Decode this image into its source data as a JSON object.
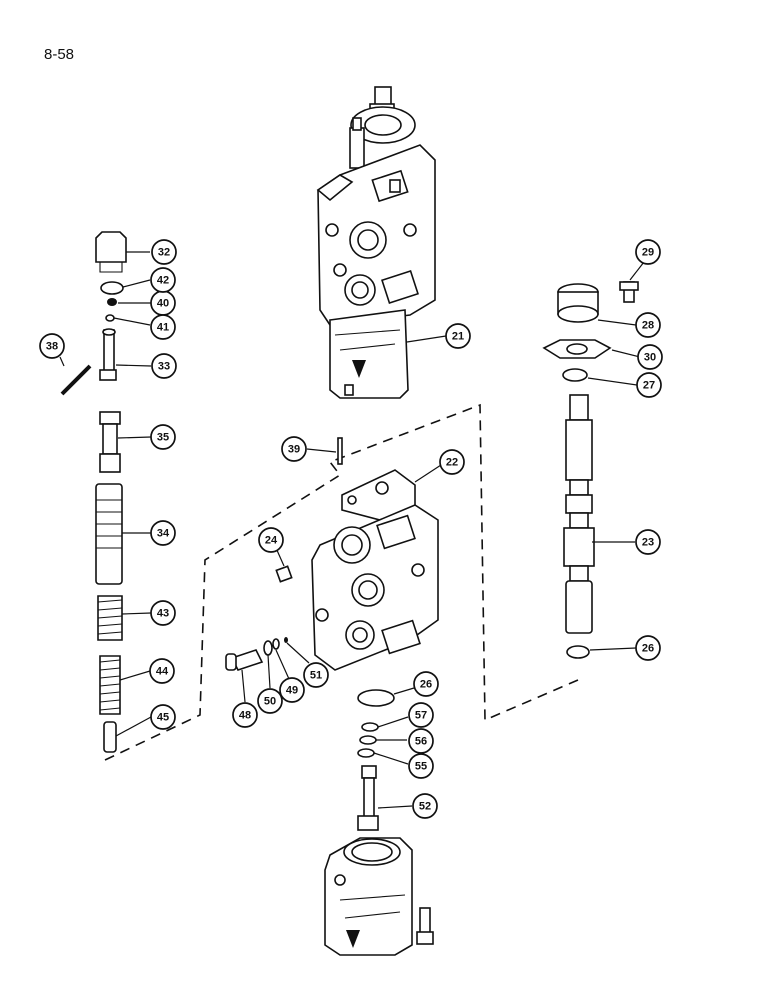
{
  "page_number": "8-58",
  "callouts": [
    {
      "id": "c21",
      "label": "21"
    },
    {
      "id": "c22",
      "label": "22"
    },
    {
      "id": "c23",
      "label": "23"
    },
    {
      "id": "c24",
      "label": "24"
    },
    {
      "id": "c26a",
      "label": "26"
    },
    {
      "id": "c26b",
      "label": "26"
    },
    {
      "id": "c27",
      "label": "27"
    },
    {
      "id": "c28",
      "label": "28"
    },
    {
      "id": "c29",
      "label": "29"
    },
    {
      "id": "c30",
      "label": "30"
    },
    {
      "id": "c32",
      "label": "32"
    },
    {
      "id": "c33",
      "label": "33"
    },
    {
      "id": "c34",
      "label": "34"
    },
    {
      "id": "c35",
      "label": "35"
    },
    {
      "id": "c38",
      "label": "38"
    },
    {
      "id": "c39",
      "label": "39"
    },
    {
      "id": "c40",
      "label": "40"
    },
    {
      "id": "c41",
      "label": "41"
    },
    {
      "id": "c42",
      "label": "42"
    },
    {
      "id": "c43",
      "label": "43"
    },
    {
      "id": "c44",
      "label": "44"
    },
    {
      "id": "c45",
      "label": "45"
    },
    {
      "id": "c48",
      "label": "48"
    },
    {
      "id": "c49",
      "label": "49"
    },
    {
      "id": "c50",
      "label": "50"
    },
    {
      "id": "c51",
      "label": "51"
    },
    {
      "id": "c52",
      "label": "52"
    },
    {
      "id": "c55",
      "label": "55"
    },
    {
      "id": "c56",
      "label": "56"
    },
    {
      "id": "c57",
      "label": "57"
    }
  ]
}
